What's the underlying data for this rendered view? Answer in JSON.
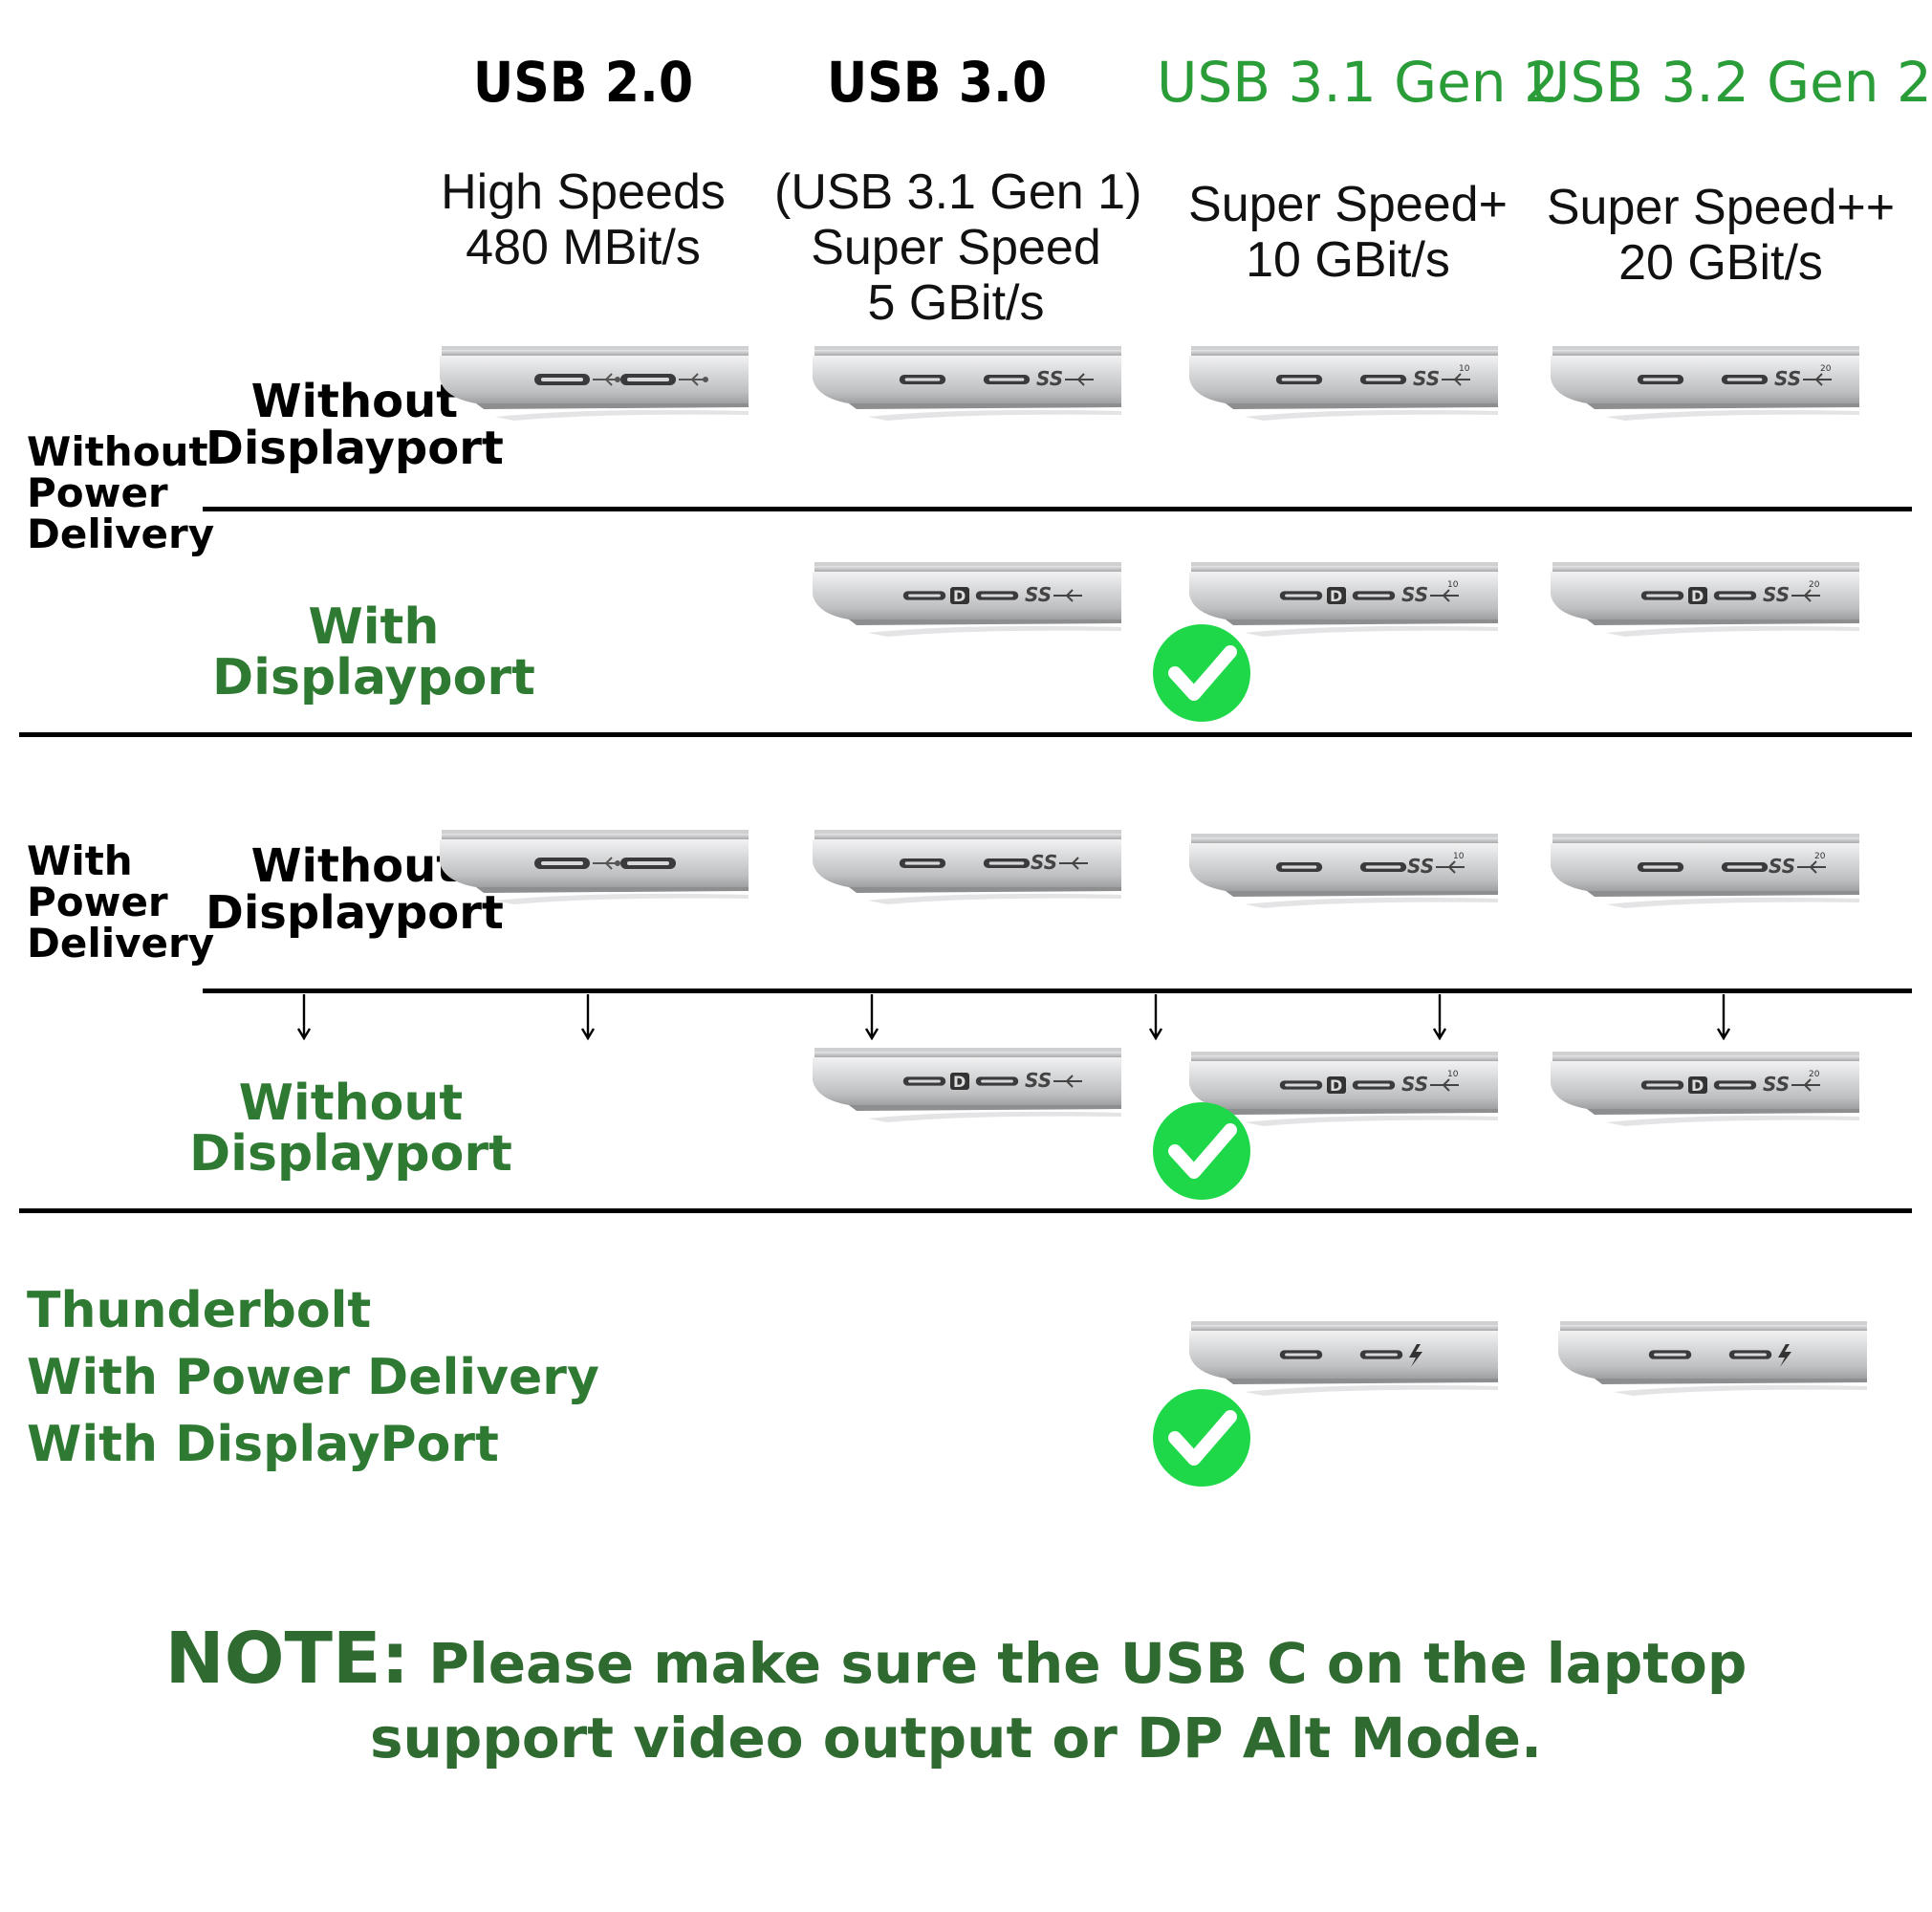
{
  "columns": [
    {
      "standard": "USB 2.0",
      "speed_lines": [
        "High Speeds",
        "480 MBit/s"
      ],
      "color": "#000000"
    },
    {
      "standard": "USB 3.0",
      "speed_lines": [
        "(USB 3.1 Gen 1)",
        "Super Speed",
        "5 GBit/s"
      ],
      "color": "#000000"
    },
    {
      "standard": "USB 3.1 Gen 2",
      "speed_lines": [
        "Super Speed+",
        "10 GBit/s"
      ],
      "color": "#2a9d39"
    },
    {
      "standard": "USB 3.2 Gen 2",
      "speed_lines": [
        "Super Speed++",
        "20 GBit/s"
      ],
      "color": "#2a9d39"
    }
  ],
  "groups": {
    "without_pd": [
      "Without",
      "Power",
      "Delivery"
    ],
    "with_pd": [
      "With",
      "Power",
      "Delivery"
    ]
  },
  "rows": {
    "r1": [
      "Without",
      "Displayport"
    ],
    "r2": [
      "With",
      "Displayport"
    ],
    "r3": [
      "Without",
      "Displayport"
    ],
    "r4": [
      "Without",
      "Displayport"
    ]
  },
  "thunderbolt": [
    "Thunderbolt",
    "With Power Delivery",
    "With DisplayPort"
  ],
  "note": {
    "prefix": "NOTE:",
    "line1": " Please make sure the USB C on the laptop",
    "line2": "support video output or DP Alt Mode."
  },
  "icons": {
    "laptop": "laptop-side-ports-icon",
    "check": "check-circle-icon",
    "arrow": "arrow-down-icon",
    "usb": "usb-trident-icon",
    "superspeed": "ss-usb-icon",
    "displayport": "displayport-icon",
    "thunderbolt": "thunderbolt-bolt-icon"
  },
  "colors": {
    "check_green": "#1fd84a",
    "heading_green": "#2a9d39",
    "label_green": "#2f7a33",
    "note_green": "#2f6b30"
  }
}
